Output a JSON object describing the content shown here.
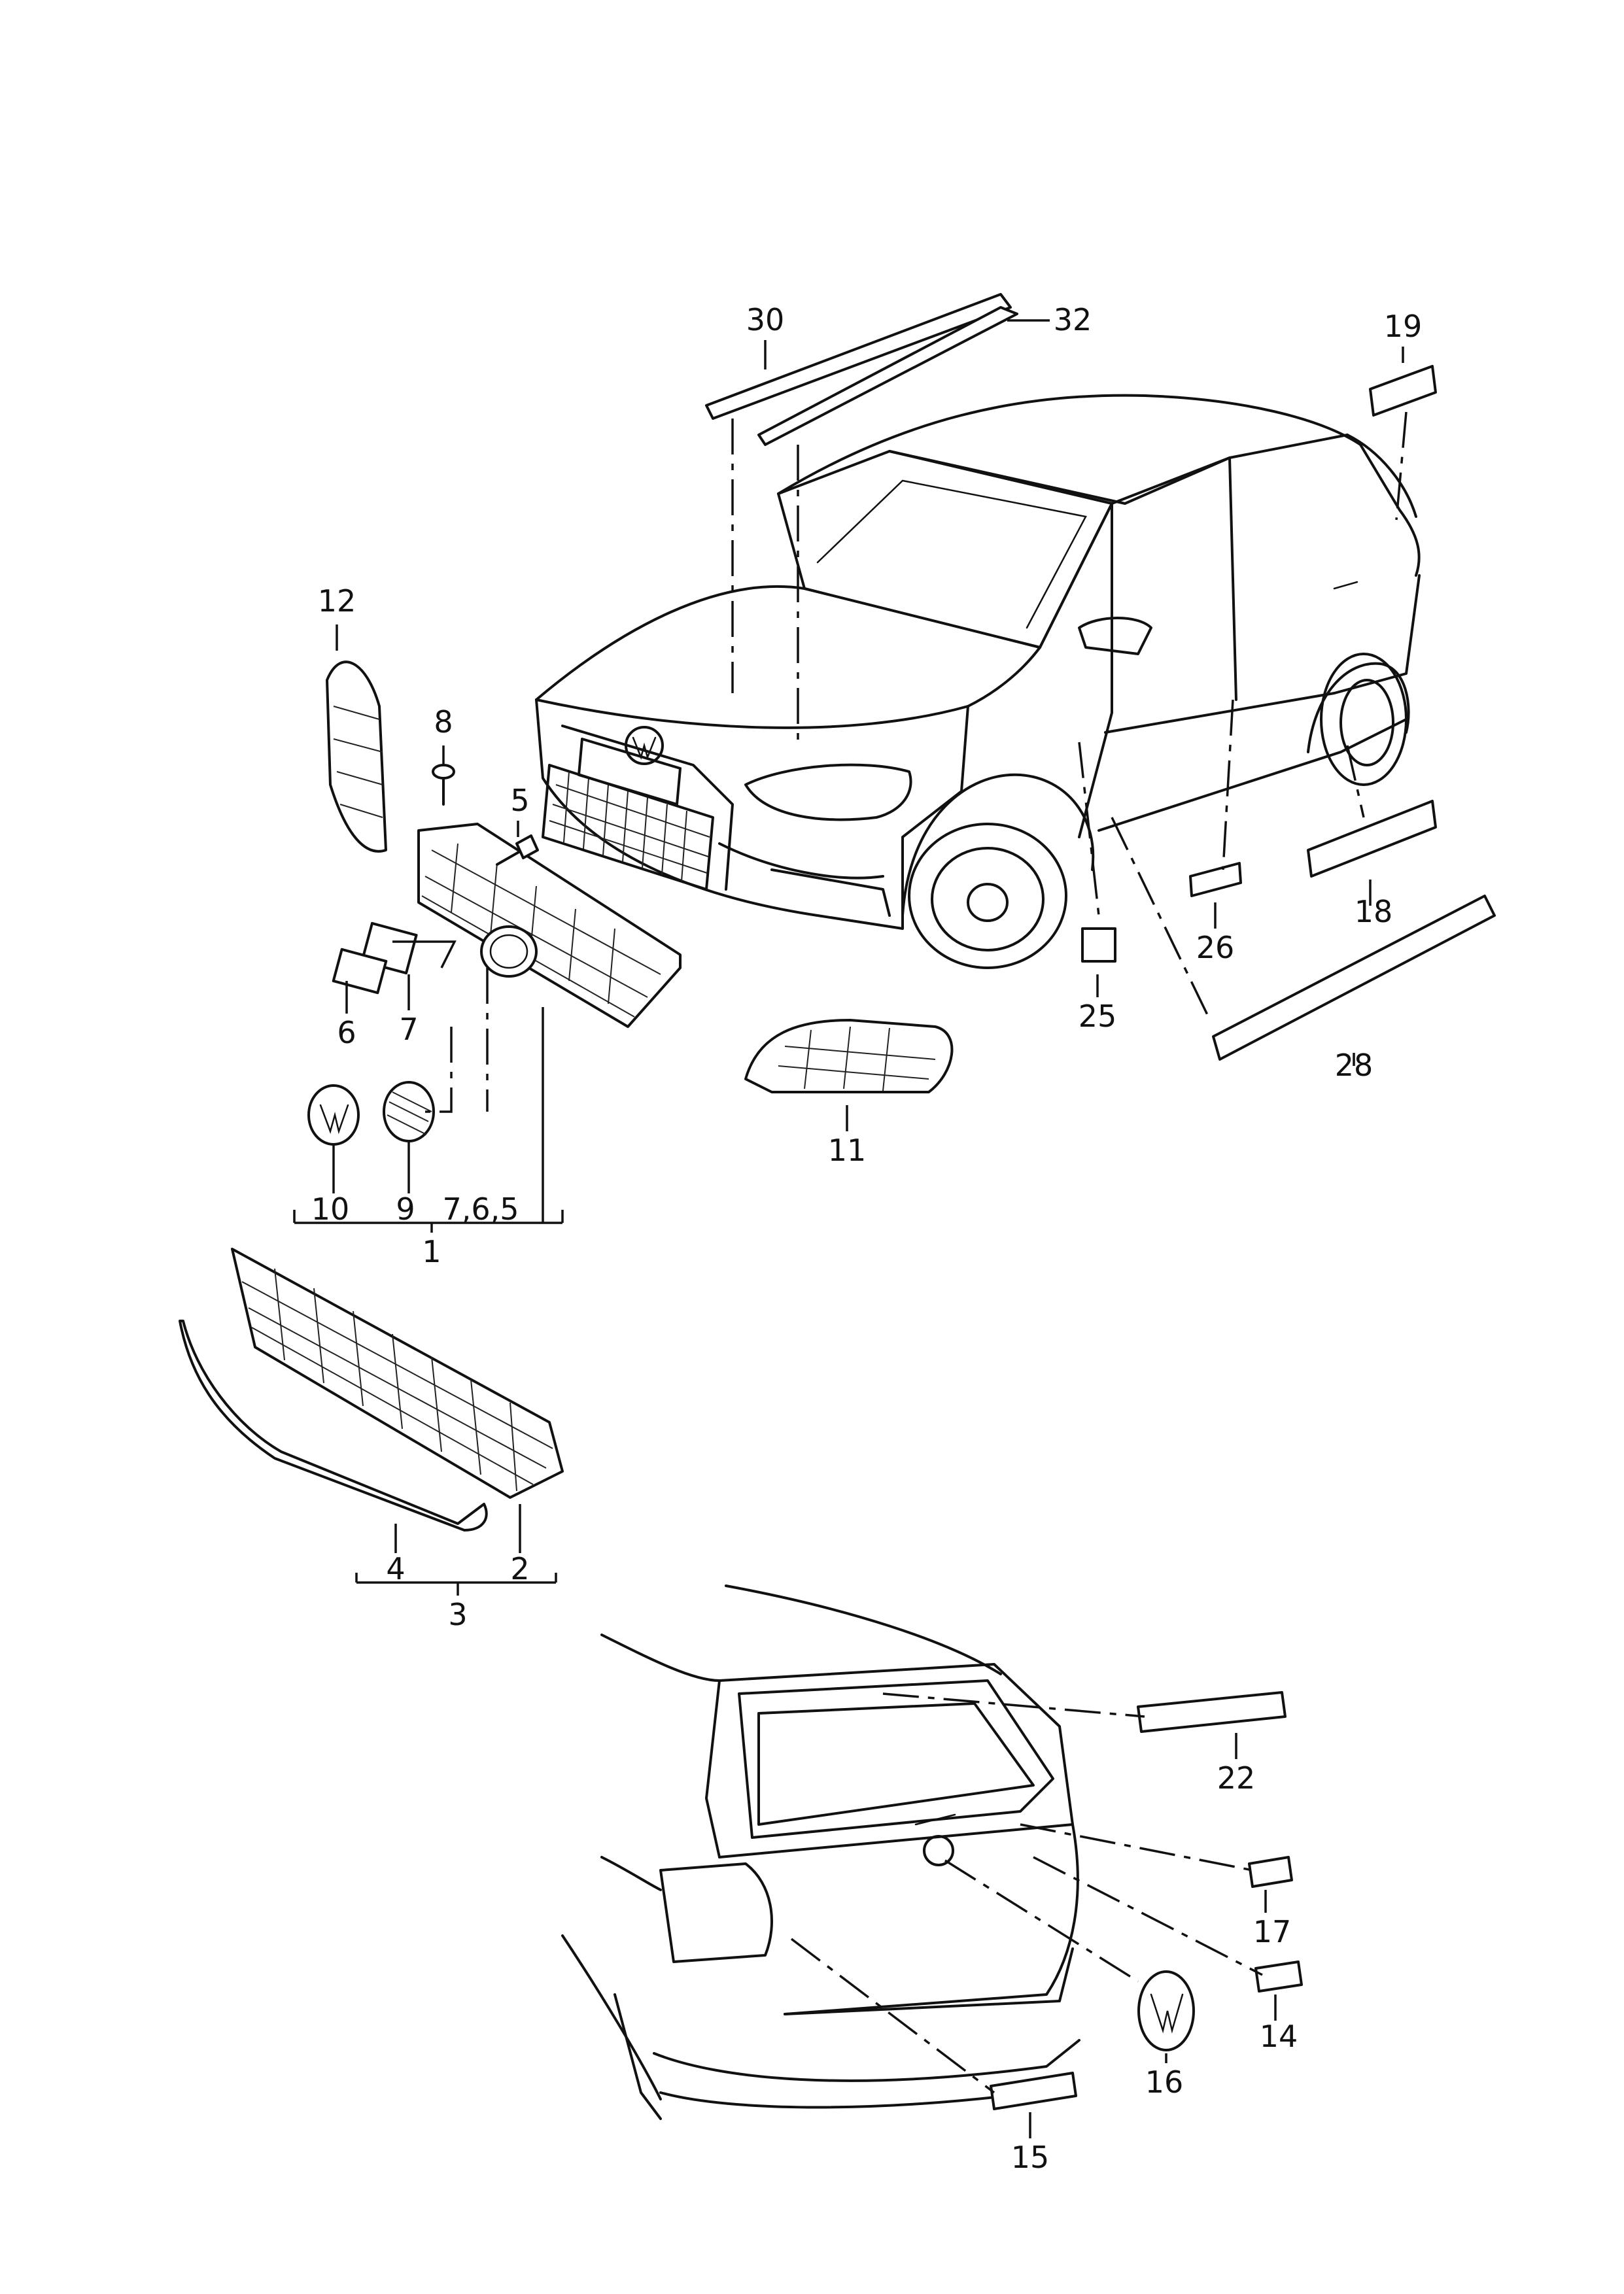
{
  "diagram": {
    "callouts": {
      "c1": "1",
      "c2": "2",
      "c3": "3",
      "c4": "4",
      "c5": "5",
      "c6": "6",
      "c7": "7",
      "c8": "8",
      "c9": "9",
      "c10": "10",
      "c11": "11",
      "c12": "12",
      "c14": "14",
      "c15": "15",
      "c16": "16",
      "c17": "17",
      "c18": "18",
      "c19": "19",
      "c22": "22",
      "c25": "25",
      "c26": "26",
      "c28": "28",
      "c30": "30",
      "c32": "32",
      "c765": "7,6,5"
    }
  }
}
